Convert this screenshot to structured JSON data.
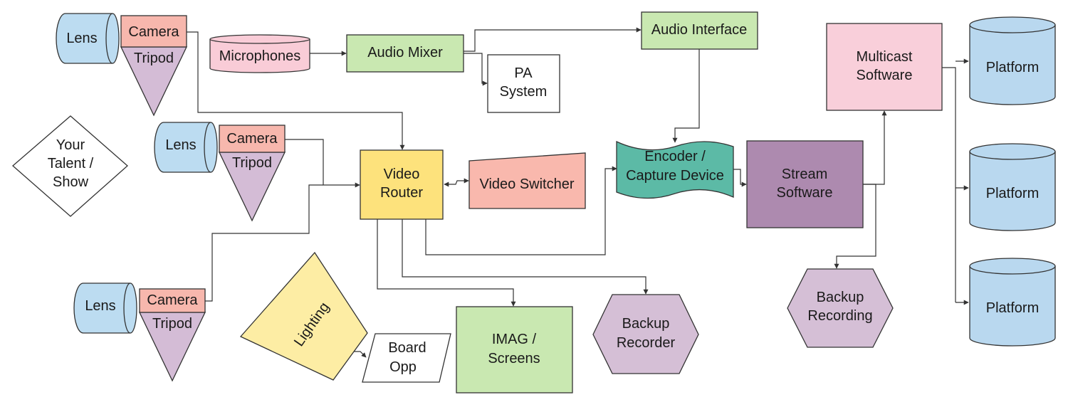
{
  "nodes": {
    "lens": "Lens",
    "camera": "Camera",
    "tripod": "Tripod",
    "talent": [
      "Your",
      "Talent /",
      "Show"
    ],
    "microphones": "Microphones",
    "audio_mixer": "Audio Mixer",
    "pa_system": [
      "PA",
      "System"
    ],
    "audio_interface": "Audio Interface",
    "video_router": [
      "Video",
      "Router"
    ],
    "video_switcher": "Video Switcher",
    "encoder": [
      "Encoder /",
      "Capture Device"
    ],
    "stream_software": [
      "Stream",
      "Software"
    ],
    "multicast_software": [
      "Multicast",
      "Software"
    ],
    "platform": "Platform",
    "backup_recording": [
      "Backup",
      "Recording"
    ],
    "backup_recorder": [
      "Backup",
      "Recorder"
    ],
    "lighting": "Lighting",
    "board_opp": [
      "Board",
      "Opp"
    ],
    "imag_screens": [
      "IMAG /",
      "Screens"
    ]
  },
  "colors": {
    "lens": "#bcdcf1",
    "camera": "#f7b7ad",
    "tripod": "#d4bcd6",
    "microphones": "#f9ccd7",
    "green": "#c9e8b1",
    "video_router": "#fde27c",
    "video_switcher": "#f9b8ad",
    "encoder": "#5cbaa6",
    "stream_software": "#ad8aaf",
    "multicast_software": "#f9cfda",
    "platform": "#b9d8ef",
    "hexagon": "#d5bfd6",
    "lighting": "#fdeda4",
    "white": "#ffffff"
  }
}
